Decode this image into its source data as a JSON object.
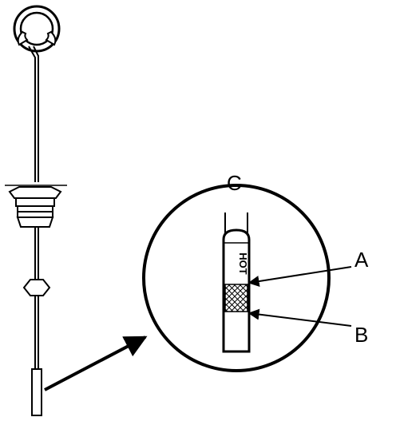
{
  "labels": {
    "c": "C",
    "a": "A",
    "b": "B",
    "hot": "HOT"
  },
  "colors": {
    "line": "#000000",
    "background": "#ffffff"
  }
}
